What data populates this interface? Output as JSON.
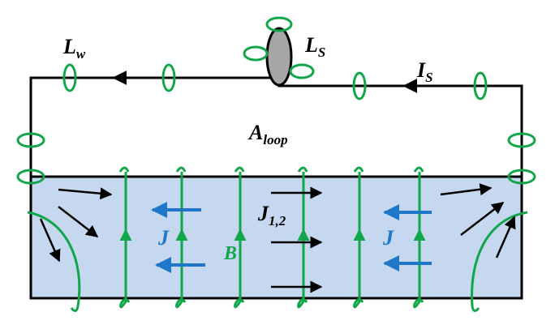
{
  "colors": {
    "wire": "#000000",
    "field": "#12a64a",
    "plate": "#c5d8ef",
    "current_density": "#1f77c9",
    "inductor": "#a6a6a6"
  },
  "labels": {
    "lw_main": "L",
    "lw_sub": "w",
    "ls_main": "L",
    "ls_sub": "S",
    "is_main": "I",
    "is_sub": "S",
    "aloop_main": "A",
    "aloop_sub": "loop",
    "j12_main": "J",
    "j12_sub": "1,2",
    "j_left": "J",
    "j_right": "J",
    "b": "B"
  }
}
